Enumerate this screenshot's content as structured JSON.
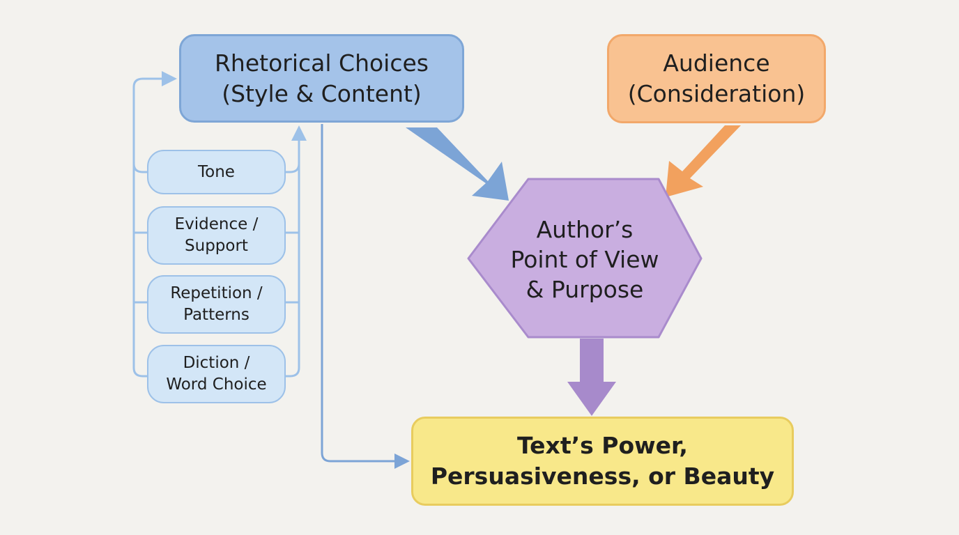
{
  "colors": {
    "background": "#f3f2ee",
    "rhetorical_fill": "#a4c3e9",
    "rhetorical_stroke": "#7ea6d6",
    "audience_fill": "#f9c291",
    "audience_stroke": "#f2a86a",
    "author_fill": "#c9aee0",
    "author_stroke": "#a98bcc",
    "result_fill": "#f8e88a",
    "result_stroke": "#e8cc5e",
    "pill_fill": "#d3e6f7",
    "pill_stroke": "#9dc1e8",
    "blue_arrow": "#7ca4d6",
    "orange_arrow": "#f2a15e",
    "purple_arrow": "#a78acb"
  },
  "nodes": {
    "rhetorical": {
      "line1": "Rhetorical Choices",
      "line2": "(Style & Content)"
    },
    "audience": {
      "line1": "Audience",
      "line2": "(Consideration)"
    },
    "author": {
      "line1": "Author’s",
      "line2": "Point of View",
      "line3": "& Purpose"
    },
    "result": {
      "line1": "Text’s Power,",
      "line2": "Persuasiveness, or Beauty"
    }
  },
  "devices": [
    {
      "line1": "Tone"
    },
    {
      "line1": "Evidence /",
      "line2": "Support"
    },
    {
      "line1": "Repetition /",
      "line2": "Patterns"
    },
    {
      "line1": "Diction /",
      "line2": "Word Choice"
    }
  ]
}
